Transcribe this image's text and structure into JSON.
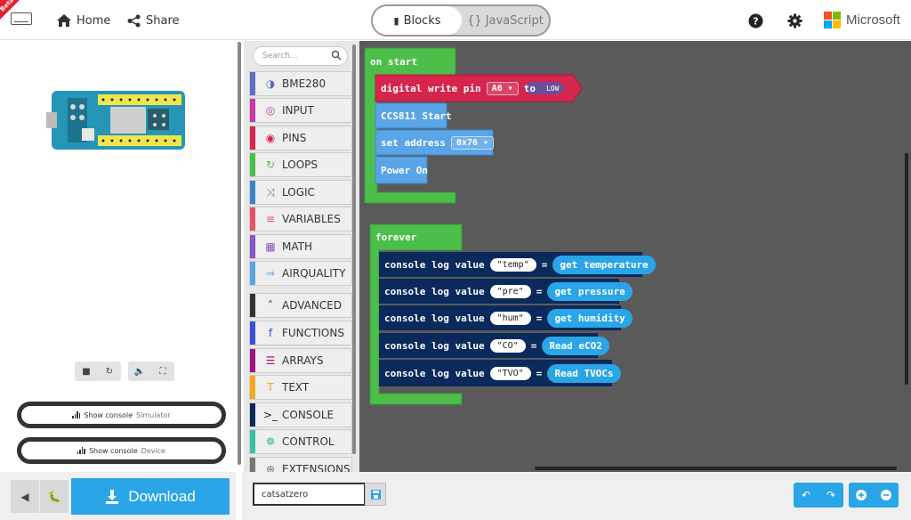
{
  "header": {
    "beta_label": "Beta",
    "home_label": "Home",
    "share_label": "Share",
    "mode_toggle": {
      "blocks_label": "Blocks",
      "javascript_label": "JavaScript"
    },
    "brand": "Microsoft"
  },
  "simulator": {
    "console_simulator": {
      "label": "Show console",
      "sub": "Simulator"
    },
    "console_device": {
      "label": "Show console",
      "sub": "Device"
    },
    "download_label": "Download"
  },
  "toolbox": {
    "search_placeholder": "Search...",
    "categories": [
      {
        "label": "BME280",
        "color": "#5a6fc2",
        "icon": "half-circle-icon"
      },
      {
        "label": "INPUT",
        "color": "#c43ca8",
        "icon": "target-icon"
      },
      {
        "label": "PINS",
        "color": "#d5254c",
        "icon": "pins-icon"
      },
      {
        "label": "LOOPS",
        "color": "#4cbf4a",
        "icon": "loop-icon"
      },
      {
        "label": "LOGIC",
        "color": "#3e83c9",
        "icon": "shuffle-icon"
      },
      {
        "label": "VARIABLES",
        "color": "#e94f6a",
        "icon": "variables-icon"
      },
      {
        "label": "MATH",
        "color": "#8a55c7",
        "icon": "calculator-icon"
      },
      {
        "label": "AIRQUALITY",
        "color": "#59a5e8",
        "icon": "arrow-right-icon"
      },
      {
        "label": "ADVANCED",
        "color": "#333333",
        "icon": "chevron-up-icon"
      },
      {
        "label": "FUNCTIONS",
        "color": "#3253d9",
        "icon": "function-icon"
      },
      {
        "label": "ARRAYS",
        "color": "#a0147f",
        "icon": "list-icon"
      },
      {
        "label": "TEXT",
        "color": "#f5a623",
        "icon": "text-icon"
      },
      {
        "label": "CONSOLE",
        "color": "#0a2a5c",
        "icon": "terminal-icon"
      },
      {
        "label": "CONTROL",
        "color": "#3ac0a8",
        "icon": "control-icon"
      },
      {
        "label": "EXTENSIONS",
        "color": "#777777",
        "icon": "plus-circle-icon"
      }
    ]
  },
  "workspace": {
    "on_start": {
      "label": "on start",
      "digital_write": {
        "label": "digital write pin",
        "pin": "A6",
        "to": "to",
        "value": "LOW"
      },
      "ccs811_start": "CCS811 Start",
      "set_address": {
        "label": "set address",
        "value": "0x76"
      },
      "power_on": "Power On"
    },
    "forever": {
      "label": "forever",
      "rows": [
        {
          "label": "console log value",
          "key": "\"temp\"",
          "eq": "=",
          "reporter": "get temperature"
        },
        {
          "label": "console log value",
          "key": "\"pre\"",
          "eq": "=",
          "reporter": "get pressure"
        },
        {
          "label": "console log value",
          "key": "\"hum\"",
          "eq": "=",
          "reporter": "get humidity"
        },
        {
          "label": "console log value",
          "key": "\"CO\"",
          "eq": "=",
          "reporter": "Read eCO2"
        },
        {
          "label": "console log value",
          "key": "\"TVO\"",
          "eq": "=",
          "reporter": "Read TVOCs"
        }
      ]
    }
  },
  "footer": {
    "project_name": "catsatzero"
  },
  "colors": {
    "accent": "#29a5e8",
    "loops_green": "#4cbf4a",
    "pins_red": "#d5254c",
    "airquality_blue": "#59a5e8",
    "console_navy": "#0a2a5c",
    "workspace_bg": "#5a5a5a"
  }
}
